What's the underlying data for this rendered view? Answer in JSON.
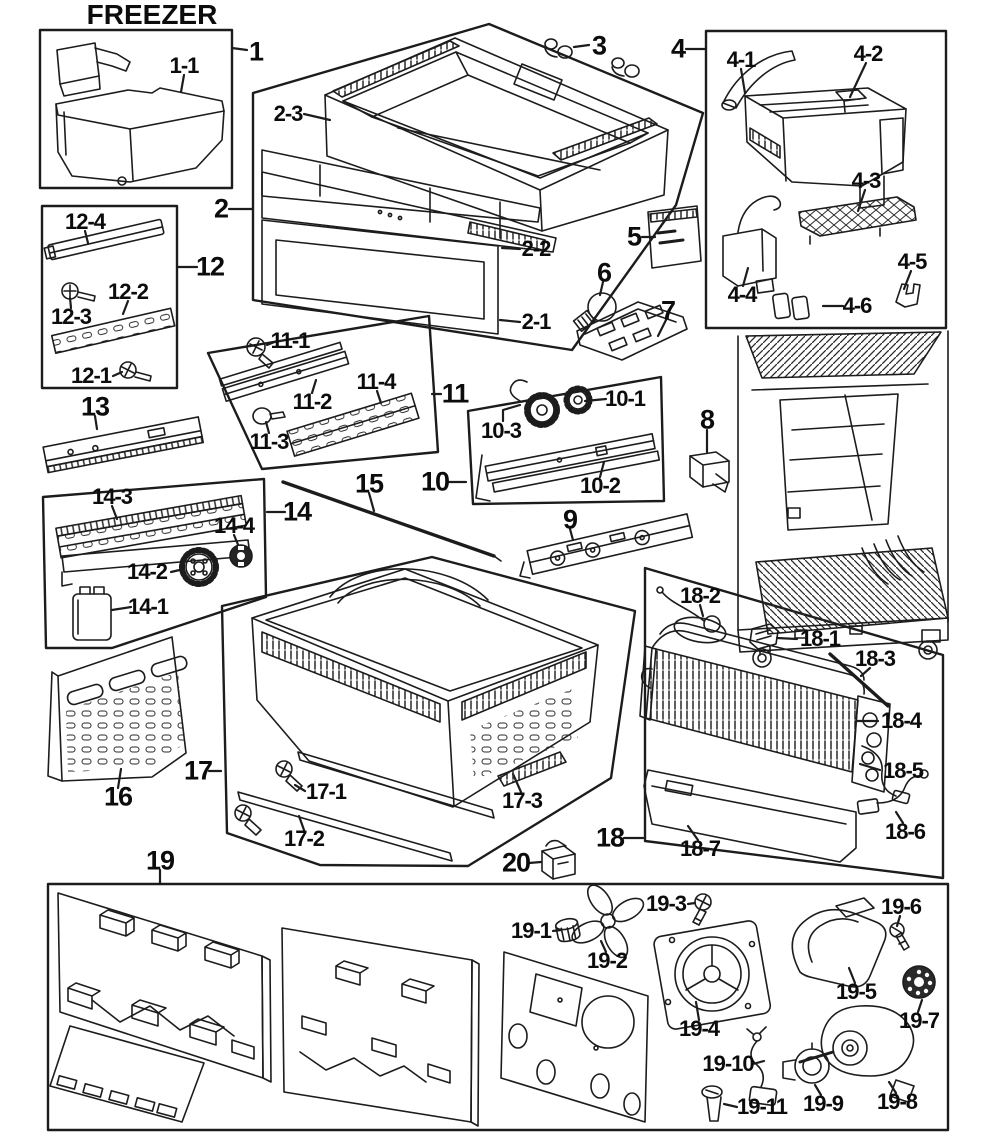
{
  "title": "FREEZER",
  "labels": {
    "freezer": "FREEZER",
    "1": "1",
    "1-1": "1-1",
    "2": "2",
    "2-1": "2-1",
    "2-2": "2-2",
    "2-3": "2-3",
    "3": "3",
    "4": "4",
    "4-1": "4-1",
    "4-2": "4-2",
    "4-3": "4-3",
    "4-4": "4-4",
    "4-5": "4-5",
    "4-6": "4-6",
    "5": "5",
    "6": "6",
    "7": "7",
    "8": "8",
    "9": "9",
    "10": "10",
    "10-1": "10-1",
    "10-2": "10-2",
    "10-3": "10-3",
    "11": "11",
    "11-1": "11-1",
    "11-2": "11-2",
    "11-3": "11-3",
    "11-4": "11-4",
    "12": "12",
    "12-1": "12-1",
    "12-2": "12-2",
    "12-3": "12-3",
    "12-4": "12-4",
    "13": "13",
    "14": "14",
    "14-1": "14-1",
    "14-2": "14-2",
    "14-3": "14-3",
    "14-4": "14-4",
    "15": "15",
    "16": "16",
    "17": "17",
    "17-1": "17-1",
    "17-2": "17-2",
    "17-3": "17-3",
    "18": "18",
    "18-1": "18-1",
    "18-2": "18-2",
    "18-3": "18-3",
    "18-4": "18-4",
    "18-5": "18-5",
    "18-6": "18-6",
    "18-7": "18-7",
    "19": "19",
    "19-1": "19-1",
    "19-2": "19-2",
    "19-3": "19-3",
    "19-4": "19-4",
    "19-5": "19-5",
    "19-6": "19-6",
    "19-7": "19-7",
    "19-8": "19-8",
    "19-9": "19-9",
    "19-10": "19-10",
    "19-11": "19-11",
    "20": "20"
  },
  "line_color": "#1c1c1c",
  "background_color": "#ffffff"
}
